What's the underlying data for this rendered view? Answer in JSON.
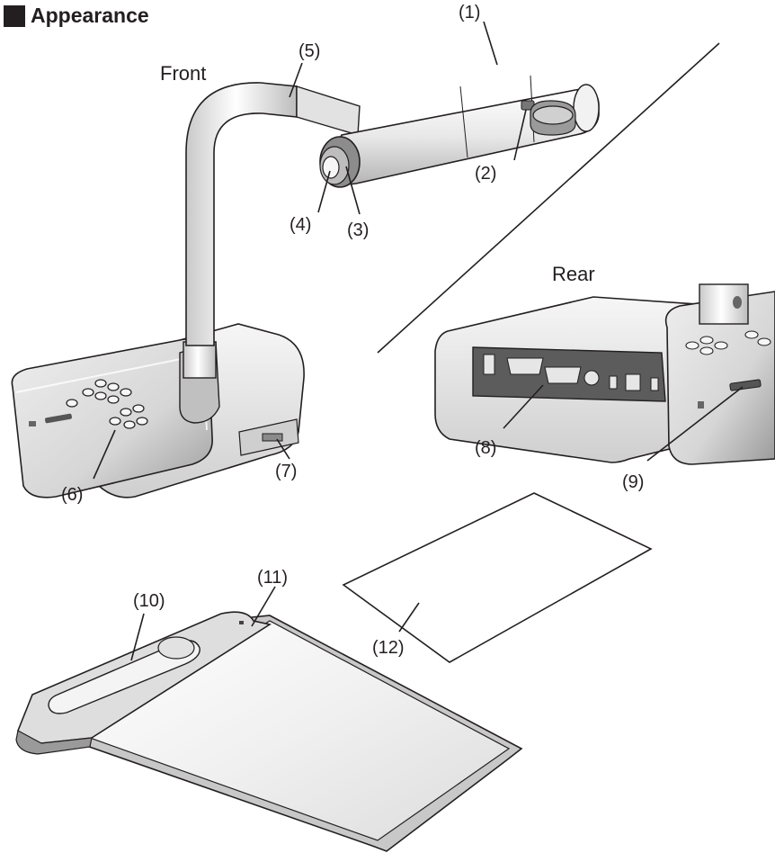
{
  "heading": {
    "title": "Appearance"
  },
  "view_labels": {
    "front": "Front",
    "rear": "Rear"
  },
  "callouts": {
    "c1": "(1)",
    "c2": "(2)",
    "c3": "(3)",
    "c4": "(4)",
    "c5": "(5)",
    "c6": "(6)",
    "c7": "(7)",
    "c8": "(8)",
    "c9": "(9)",
    "c10": "(10)",
    "c11": "(11)",
    "c12": "(12)"
  },
  "colors": {
    "ink": "#231f20",
    "body_light": "#f1f1f1",
    "body_mid": "#d9d9d9",
    "body_dark": "#9e9e9e"
  }
}
